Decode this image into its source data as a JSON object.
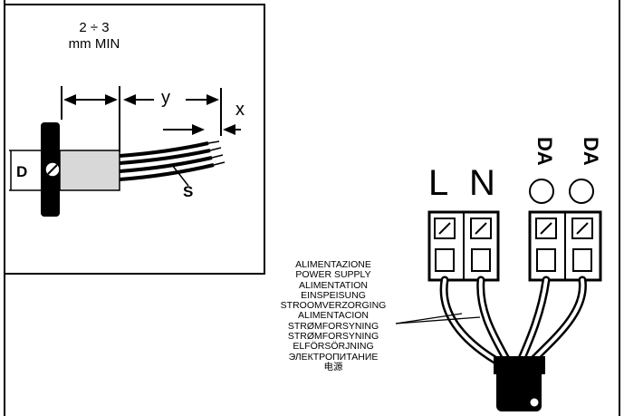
{
  "strip_diagram": {
    "dim_top_line1": "2 ÷ 3",
    "dim_top_line2": "mm MIN",
    "dim_y": "y",
    "dim_x": "x",
    "label_d": "D",
    "label_s": "S"
  },
  "terminals": {
    "l": "L",
    "n": "N",
    "da1": "DA",
    "da2": "DA"
  },
  "power_supply_labels": [
    "ALIMENTAZIONE",
    "POWER SUPPLY",
    "ALIMENTATION",
    "EINSPEISUNG",
    "STROOMVERZORGING",
    "ALIMENTACION",
    "STRØMFORSYNING",
    "STRØMFORSYNING",
    "ELFÖRSÖRJNING",
    "ЭЛЕКТРОПИТАНИЕ",
    "电源"
  ]
}
